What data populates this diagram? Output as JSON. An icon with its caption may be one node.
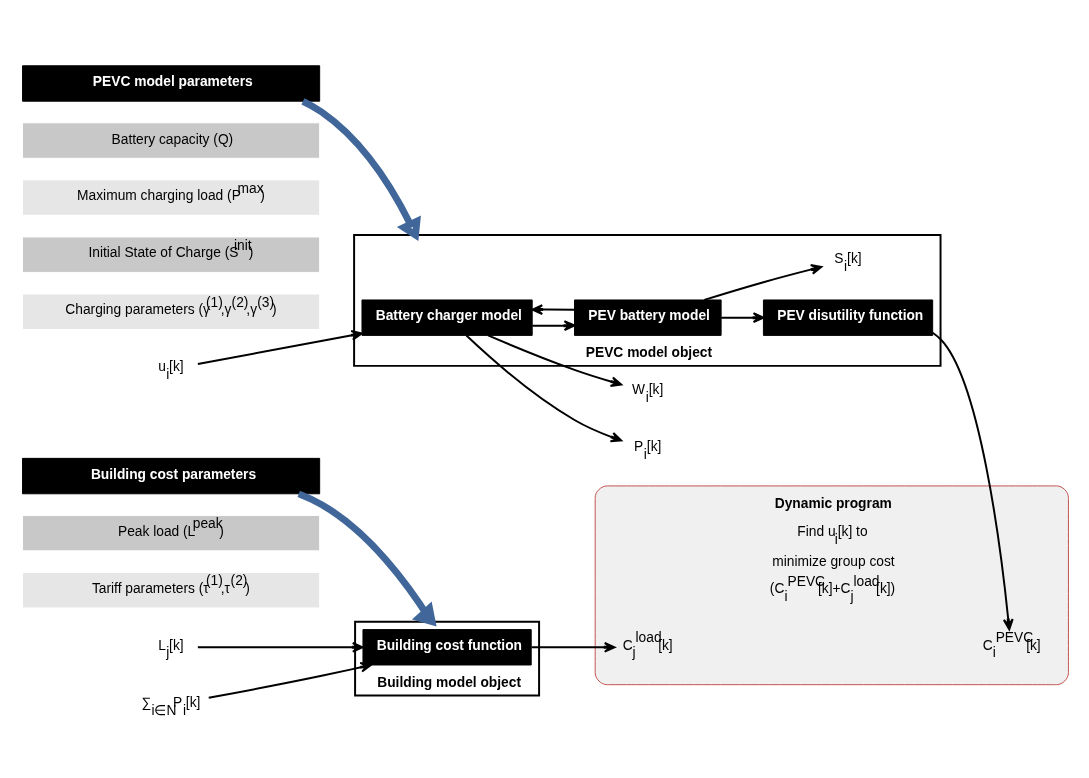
{
  "diagram": {
    "nodes": [
      {
        "text": [
          "PEVC model parameters"
        ]
      },
      {
        "text": [
          "Battery capacity (Q)"
        ]
      },
      {
        "text": [
          "Maximum charging load (P$^{max}$)"
        ]
      },
      {
        "text": [
          "Initial State of Charge (S$^{init}$)"
        ]
      },
      {
        "text": [
          "Charging parameters (γ$^{(1)}$,γ$^{(2)}$,γ$^{(3)}$)"
        ]
      },
      {
        "text": [
          "PEVC model object"
        ]
      },
      {
        "text": [
          "Battery charger model"
        ],
        "in": 5
      },
      {
        "text": [
          "PEV battery model"
        ],
        "in": 5
      },
      {
        "text": [
          "PEV disutility function"
        ],
        "in": 5
      },
      {
        "text": [
          "Building cost parameters"
        ]
      },
      {
        "text": [
          "Peak load (L$^{peak}$)"
        ]
      },
      {
        "text": [
          "Tariff parameters (τ$^{(1)}$,τ$^{(2)}$)"
        ]
      },
      {
        "text": [
          "Building model object"
        ]
      },
      {
        "text": [
          "Building cost function"
        ],
        "in": 12
      },
      {
        "text": [
          "Dynamic program",
          "Find u$_{i}$[k] to minimize group cost (C$_{i}$$^{PEVC}$[k]+C$_{j}$$^{load}$[k])"
        ]
      },
      {
        "text": [
          "u$_{i}$[k]"
        ]
      },
      {
        "text": [
          "W$_{i}$[k]"
        ]
      },
      {
        "text": [
          "P$_{i}$[k]"
        ]
      },
      {
        "text": [
          "S$_{i}$[k]"
        ],
        "in": 5
      },
      {
        "text": [
          "C$_{i}$$^{PEVC}$[k]"
        ],
        "in": 14
      },
      {
        "text": [
          "L$_{j}$[k]"
        ]
      },
      {
        "text": [
          "∑$_{i∈N}$P$_{i}$[k]"
        ]
      },
      {
        "text": [
          "C$_{j}$$^{load}$[k]"
        ],
        "in": 14
      }
    ],
    "edges": [
      {
        "from": 0,
        "to": 5,
        "arrow": "to",
        "style": "thick",
        "color": "#41679a"
      },
      {
        "from": 15,
        "to": 6,
        "arrow": "to"
      },
      {
        "from": 6,
        "to": 16,
        "arrow": "to"
      },
      {
        "from": 6,
        "to": 17,
        "arrow": "to"
      },
      {
        "from": 6,
        "to": 7,
        "arrow": "to"
      },
      {
        "from": 7,
        "to": 6,
        "arrow": "to"
      },
      {
        "from": 7,
        "to": 8,
        "arrow": "to"
      },
      {
        "from": 7,
        "to": 18,
        "arrow": "to"
      },
      {
        "from": 8,
        "to": 19,
        "arrow": "to"
      },
      {
        "from": 9,
        "to": 12,
        "arrow": "to",
        "style": "thick",
        "color": "#41679a"
      },
      {
        "from": 20,
        "to": 13,
        "arrow": "to"
      },
      {
        "from": 21,
        "to": 13,
        "arrow": "to"
      },
      {
        "from": 13,
        "to": 22,
        "arrow": "to"
      }
    ]
  }
}
